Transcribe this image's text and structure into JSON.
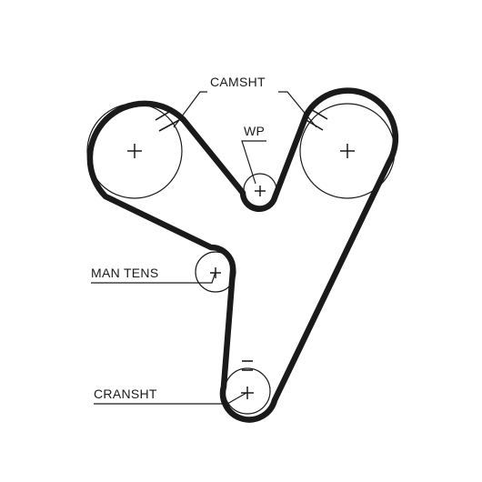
{
  "labels": {
    "camshaft": "CAMSHT",
    "water_pump": "WP",
    "manual_tensioner": "MAN TENS",
    "crankshaft": "CRANSHT"
  },
  "colors": {
    "belt": "#1a1a1a",
    "outline": "#1a1a1a",
    "background": "#ffffff"
  }
}
